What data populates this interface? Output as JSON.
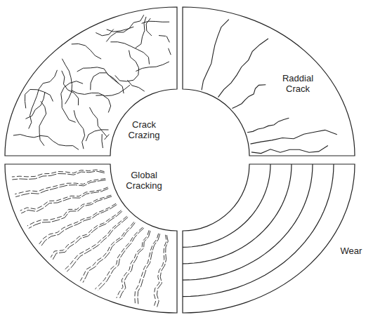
{
  "diagram": {
    "labels": [
      "Crack Crazing",
      "Raddial Crack",
      "Global Cracking",
      "Wear"
    ]
  }
}
